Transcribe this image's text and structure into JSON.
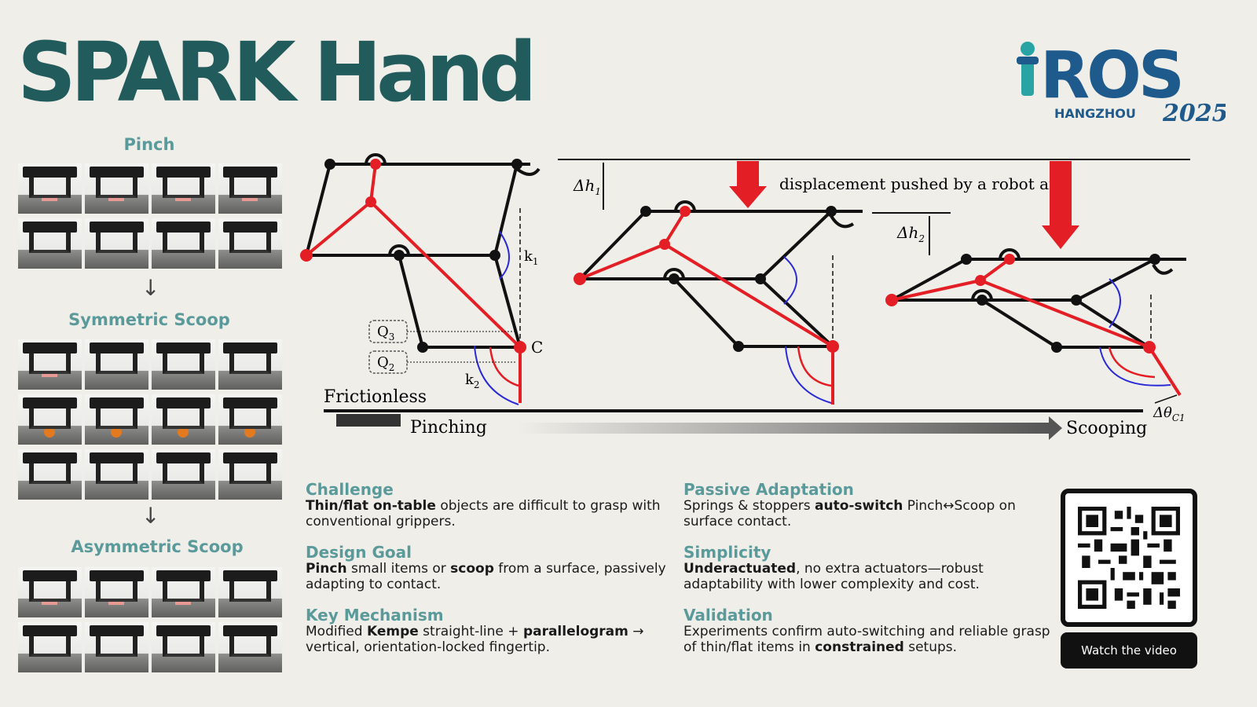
{
  "title": "SPARK Hand",
  "logo": {
    "text": "ROS",
    "city": "HANGZHOU",
    "year": "2025"
  },
  "sections": {
    "pinch": "Pinch",
    "symmetric": "Symmetric Scoop",
    "asymmetric": "Asymmetric Scoop",
    "arrow": "↓"
  },
  "diagram": {
    "dh1": "Δh",
    "dh1_sub": "1",
    "dh2": "Δh",
    "dh2_sub": "2",
    "displacement": "displacement pushed by a robot arm",
    "k1": "k",
    "k1_sub": "1",
    "k2": "k",
    "k2_sub": "2",
    "q3": "Q",
    "q3_sub": "3",
    "q2": "Q",
    "q2_sub": "2",
    "c": "C",
    "frictionless": "Frictionless",
    "pinching": "Pinching",
    "scooping": "Scooping",
    "dtheta": "Δθ",
    "dtheta_sub": "C1",
    "colors": {
      "link": "#111111",
      "red": "#e31e24",
      "spring": "#2a2ad8"
    }
  },
  "info": {
    "challenge": {
      "title": "Challenge",
      "b1": "Thin/flat on-table",
      "t1": " objects are difficult to grasp with conventional grippers."
    },
    "design": {
      "title": "Design Goal",
      "b1": "Pinch",
      "t1": " small items or ",
      "b2": "scoop",
      "t2": " from a surface, passively adapting to contact."
    },
    "mechanism": {
      "title": "Key Mechanism",
      "t0": "Modified ",
      "b1": "Kempe",
      "t1": " straight-line + ",
      "b2": "parallelogram",
      "t2": " → vertical, orientation-locked fingertip."
    },
    "passive": {
      "title": "Passive Adaptation",
      "t0": "Springs & stoppers ",
      "b1": "auto-switch",
      "t1": " Pinch↔Scoop on surface contact."
    },
    "simplicity": {
      "title": "Simplicity",
      "b1": "Underactuated",
      "t1": ", no extra actuators—robust adaptability with lower complexity and cost."
    },
    "validation": {
      "title": "Validation",
      "t0": " Experiments confirm auto-switching and reliable grasp of thin/flat items in ",
      "b1": "constrained",
      "t1": " setups."
    }
  },
  "video_button": "Watch the video"
}
